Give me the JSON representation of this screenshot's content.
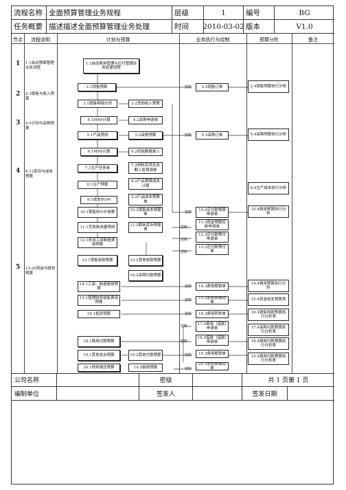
{
  "header": {
    "row1": {
      "process_name_label": "流程名称",
      "process_name": "全面预算管理业务规程",
      "level_label": "层级",
      "level": "1",
      "code_label": "编号",
      "code": "BG"
    },
    "row2": {
      "overview_label": "任务概要",
      "overview": "描述描述全面预算管理业务处理",
      "time_label": "时间",
      "time": "2010-03-02",
      "version_label": "版本",
      "version": "V1.0"
    }
  },
  "columns": {
    "node": "节点",
    "flow_desc": "流程说明",
    "plan_budget": "计划与预算",
    "exec_control": "业务执行与控制",
    "budget_analysis": "预算分析",
    "remark": "备注"
  },
  "nodes": [
    "1",
    "2",
    "3",
    "4",
    "5"
  ],
  "descriptions": [
    "1.1启动预算管理业务流程",
    "2-3销售与收入预算",
    "4-5计划与采购预算",
    "6-12库存与成本预算",
    "13-20资金与财务预算"
  ],
  "plan_boxes": [
    "1.1启动费用管理与应付管理业务处理流程",
    "2.1销售预算",
    "3.1销售明细计划",
    "3.2其他收入预算",
    "4.1MRP计算",
    "4.2采购申请单",
    "5.1产品预测",
    "5.2采购预算",
    "6.1MPS计算",
    "6.2初始数据录入",
    "7.1生产任务单",
    "7.2材料存货及本期入库预测单",
    "8.1生产预算",
    "8.2产品预算成本计算",
    "9.1成本BOM",
    "9.2产品成本预算单",
    "10.1销售利计价参数",
    "10.2销售成本预算单",
    "11.1劳务耗用量预测",
    "11.2期末库存预算单",
    "12.1折旧工资制造费用预算",
    "13.1销售收款预算",
    "13.2其他收款预算",
    "14.2采购付款预算",
    "14.1工资、制造费用预算",
    "15.1管理财务销售费用预算",
    "16.1投资预算",
    "18.1费用付款预算",
    "19.1其他支出预算",
    "19.2其他付款预算",
    "20.1债务偿还预算",
    "19.2融资预算"
  ],
  "control_label": "控制",
  "exec_boxes": [
    "2.3销售订单",
    "5.3采购订单",
    "10.3应付款预算申请单",
    "11.3现金预算控制申请单",
    "12.3应付款预付申请单",
    "13.3应付款预付单",
    "14.3费用报销单",
    "15.3差旅费报销单",
    "16.3费用转移单",
    "17.3费用（借款）申请单",
    "18.3借款（借款）申请单",
    "19.3费用报销单",
    "20.3差旅费报销单"
  ],
  "analysis_boxes": [
    "2.4销售预算执行分析",
    "5.4采购预算执行分析",
    "8.4生产成本执行分析",
    "10.4费用预算执行分析",
    "14.4费用预算执行分析",
    "15.4资金收支预算表",
    "16.4销售收款预算执行分析表",
    "17.4采购付款预算执行分析表",
    "18.4费用付款预算执行分析表",
    "19.4费用付款预算执行分析表"
  ],
  "footer": {
    "company_label": "公司名称",
    "secret_label": "密级",
    "pages_text": "共 1 页第 1 页",
    "unit_label": "编制单位",
    "issuer_label": "签发人",
    "issue_date_label": "签发日期"
  }
}
